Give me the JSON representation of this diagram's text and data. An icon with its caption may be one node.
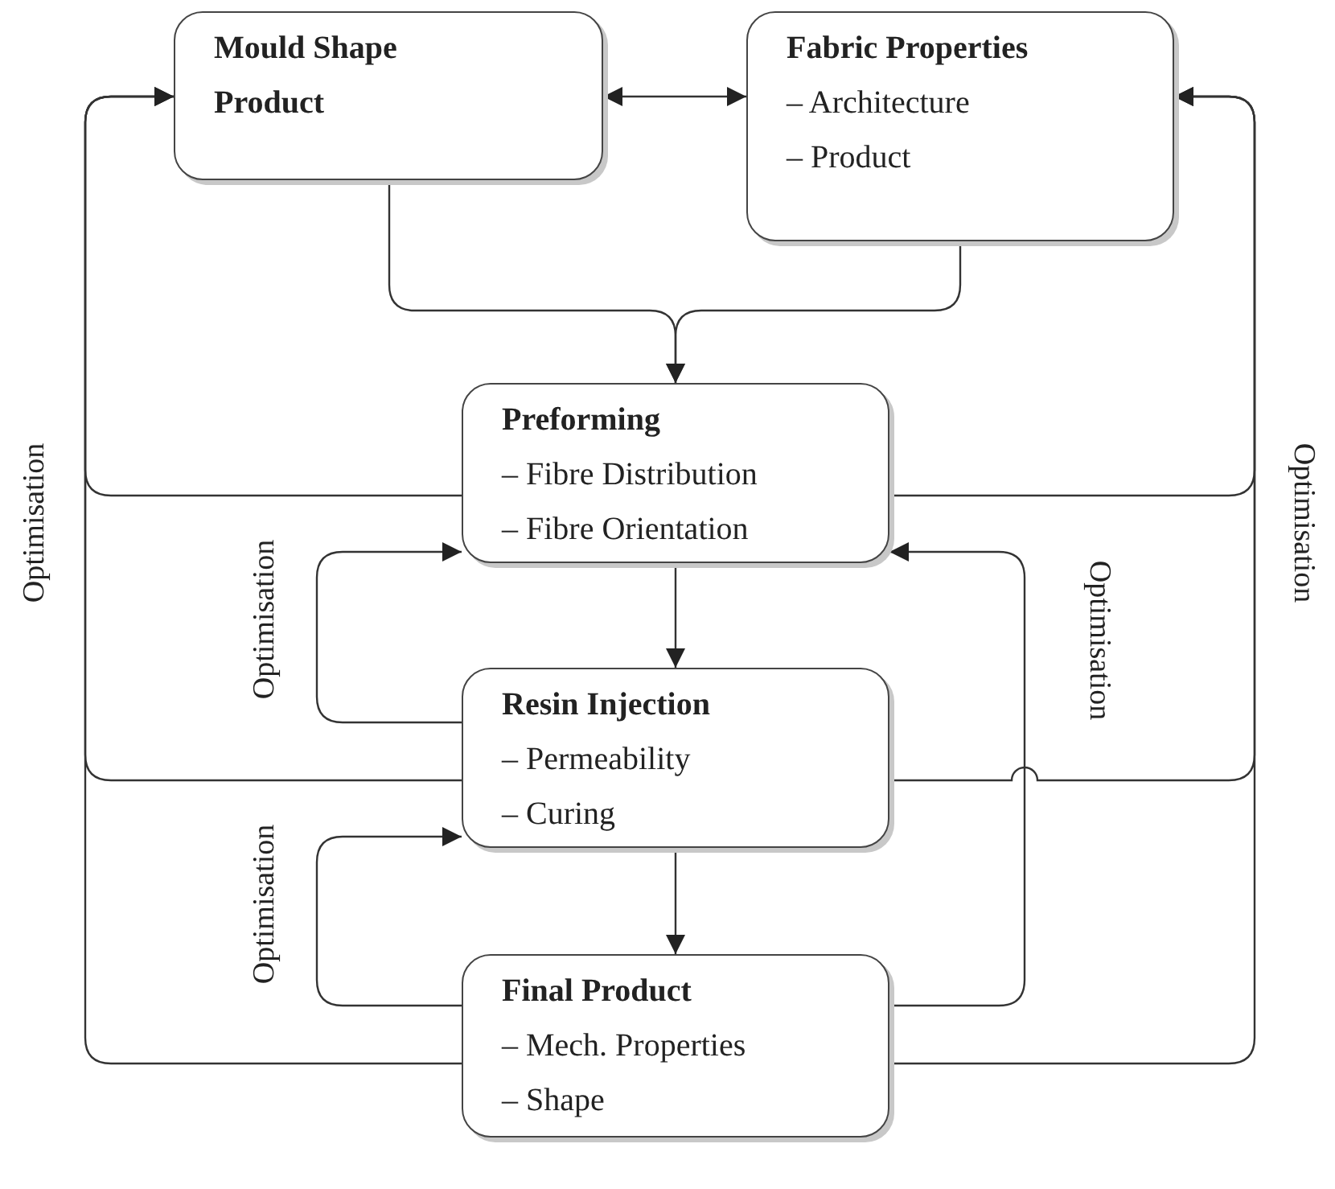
{
  "diagram": {
    "nodes": [
      {
        "text": [
          "Mould Shape",
          "Product"
        ]
      },
      {
        "text": [
          "Fabric Properties",
          "– Architecture",
          "– Product"
        ]
      },
      {
        "text": [
          "Preforming",
          "– Fibre Distribution",
          "– Fibre Orientation"
        ]
      },
      {
        "text": [
          "Resin Injection",
          "– Permeability",
          "– Curing"
        ]
      },
      {
        "text": [
          "Final Product",
          "– Mech. Properties",
          "– Shape"
        ]
      }
    ],
    "edges": [
      {
        "from": 0,
        "to": 1,
        "arrow": "both"
      },
      {
        "from": 0,
        "to": 2,
        "arrow": "to"
      },
      {
        "from": 1,
        "to": 2,
        "arrow": "to"
      },
      {
        "from": 2,
        "to": 3,
        "arrow": "to"
      },
      {
        "from": 3,
        "to": 4,
        "arrow": "to"
      },
      {
        "from": 3,
        "to": 2,
        "arrow": "to",
        "label": "Optimisation"
      },
      {
        "from": 4,
        "to": 3,
        "arrow": "to",
        "label": "Optimisation"
      },
      {
        "from": 4,
        "to": 2,
        "arrow": "to",
        "label": "Optimisation"
      },
      {
        "from": 2,
        "to": 0,
        "arrow": "to",
        "label": "Optimisation"
      },
      {
        "from": 3,
        "to": 0,
        "arrow": "to"
      },
      {
        "from": 4,
        "to": 0,
        "arrow": "to"
      },
      {
        "from": 2,
        "to": 1,
        "arrow": "to",
        "label": "Optimisation"
      },
      {
        "from": 3,
        "to": 1,
        "arrow": "to"
      },
      {
        "from": 4,
        "to": 1,
        "arrow": "to"
      }
    ]
  }
}
